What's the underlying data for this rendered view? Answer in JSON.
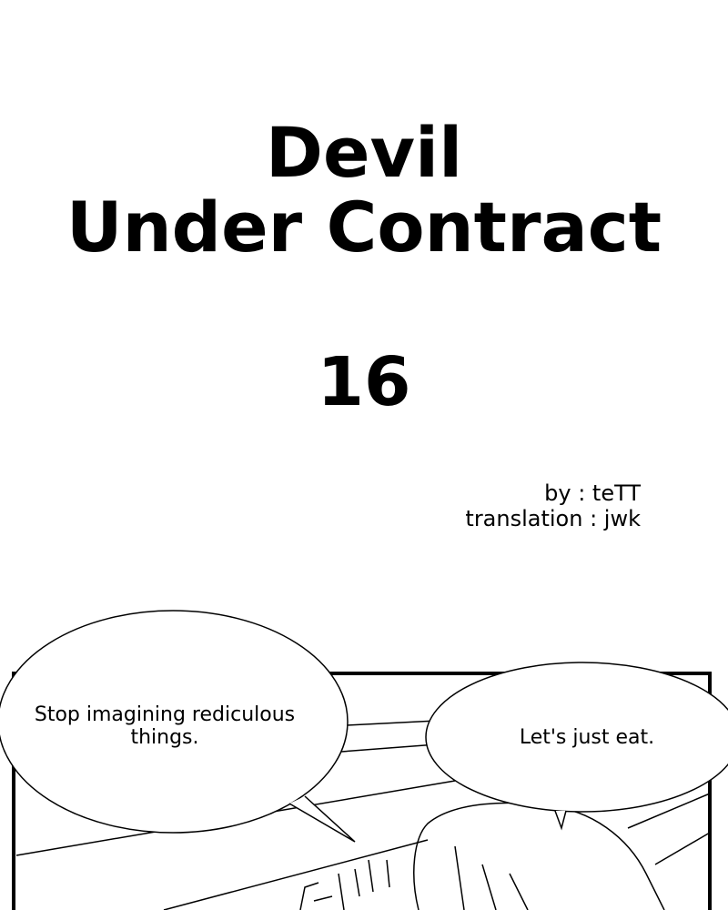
{
  "header": {
    "title_line1": "Devil",
    "title_line2": "Under Contract",
    "chapter": "16",
    "author": "by : teTT",
    "translation": "translation : jwk"
  },
  "panel": {
    "bubbles": [
      {
        "text": "Stop imagining rediculous things."
      },
      {
        "text": "Let's just eat."
      }
    ]
  }
}
